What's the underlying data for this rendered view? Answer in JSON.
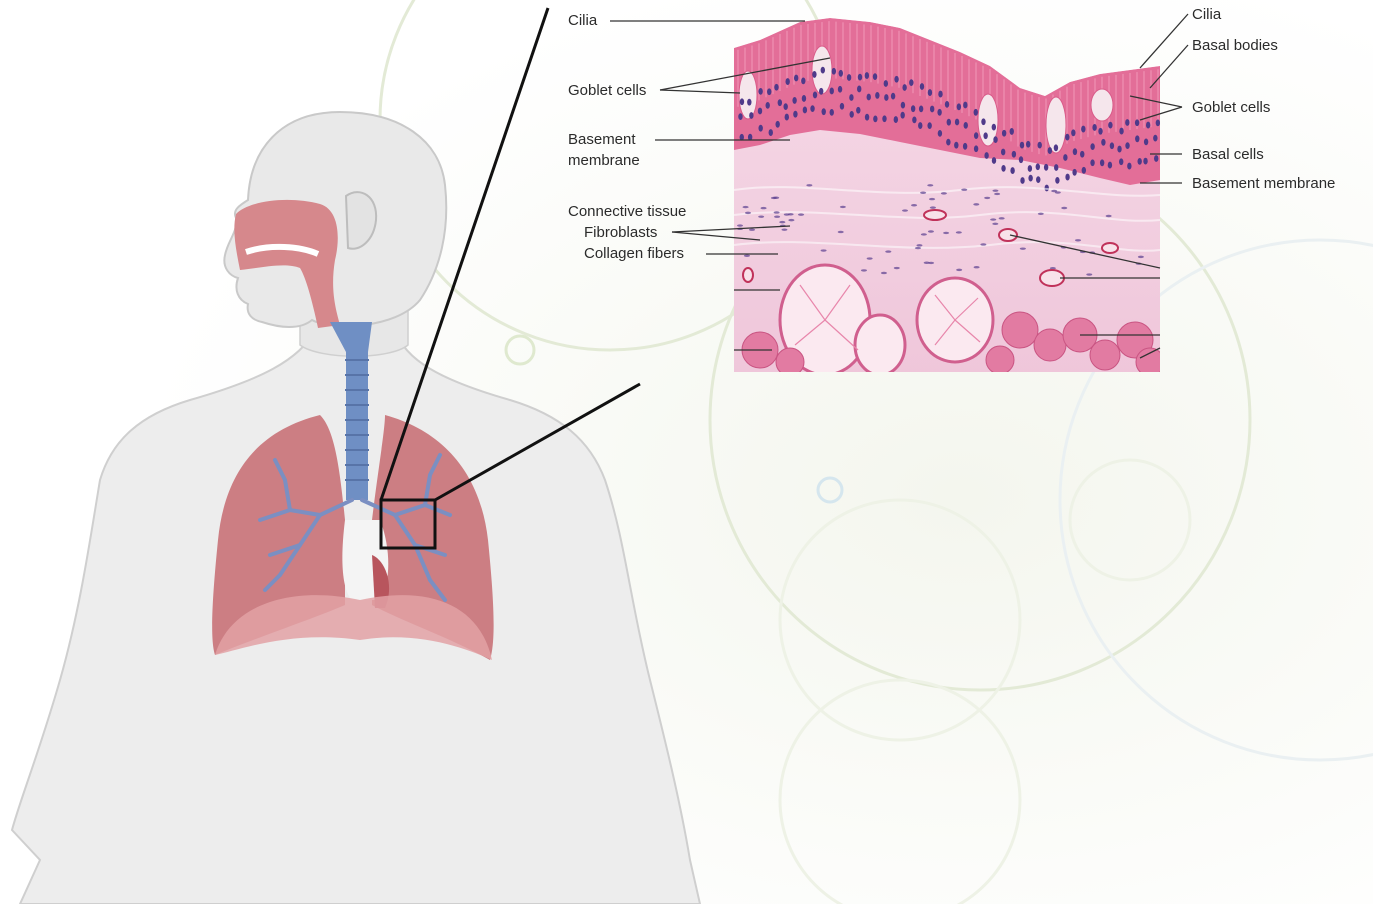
{
  "figure": {
    "labels_left": {
      "cilia": "Cilia",
      "goblet_cells": "Goblet cells",
      "basement_membrane_line1": "Basement",
      "basement_membrane_line2": "membrane",
      "connective_tissue": "Connective tissue",
      "fibroblasts": "Fibroblasts",
      "collagen_fibers": "Collagen fibers"
    },
    "labels_right": {
      "cilia": "Cilia",
      "basal_bodies": "Basal bodies",
      "goblet_cells": "Goblet cells",
      "basal_cells": "Basal cells",
      "basement_membrane": "Basement membrane"
    }
  },
  "colors": {
    "body_fill": "#ececec",
    "body_outline": "#c9c9c9",
    "lung_fill": "#c9747a",
    "airway_pink": "#d9898e",
    "trachea_blue": "#6f8fc4",
    "bronchi_blue": "#7d8fc0",
    "epithelium_pink": "#e46f9a",
    "connective_pink": "#f3cfe0",
    "nucleus_purple": "#5a3f8e",
    "gland_pink": "#e882aa",
    "background_rings": "#dfe8d0"
  },
  "icons": [
    "body-silhouette",
    "lungs-illustration",
    "histology-micrograph"
  ]
}
